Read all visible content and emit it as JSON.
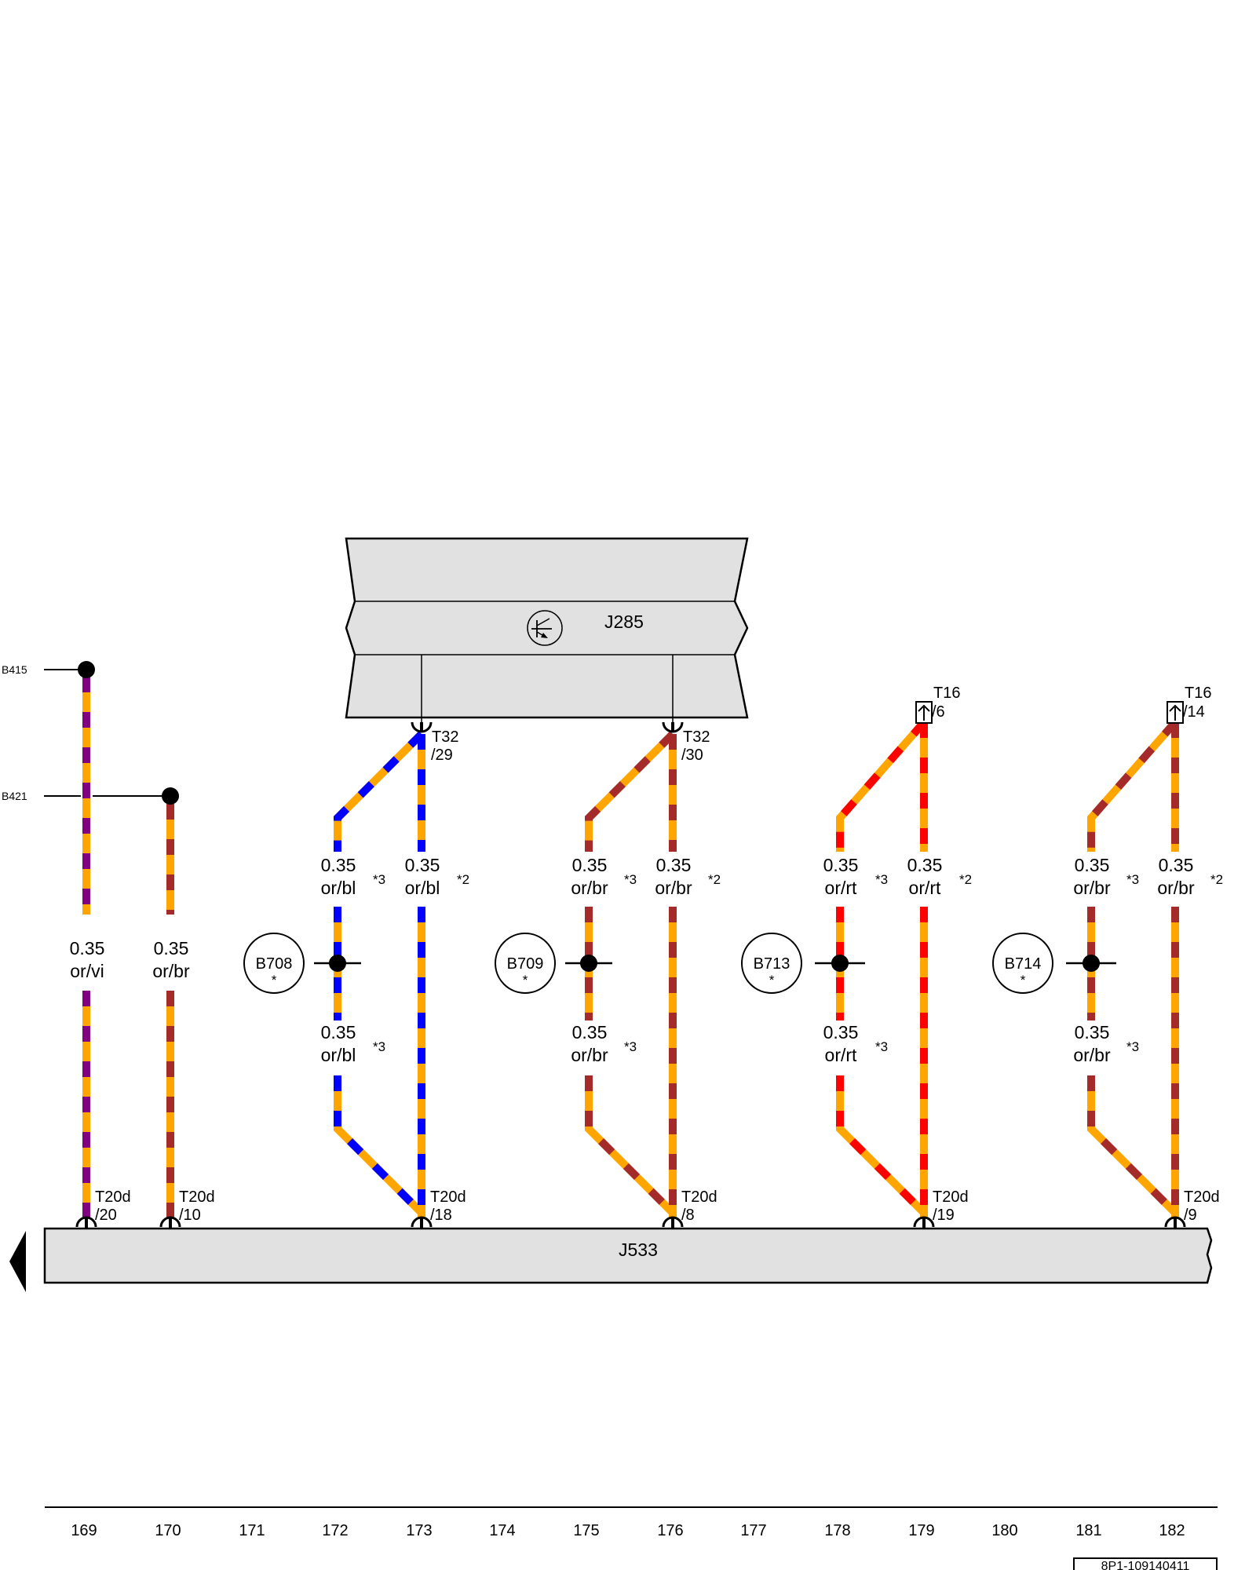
{
  "components": {
    "j285": "J285",
    "j533": "J533"
  },
  "buses": [
    {
      "id": "b415",
      "label": "B415"
    },
    {
      "id": "b421",
      "label": "B421"
    }
  ],
  "splices": [
    {
      "id": "b708",
      "label": "B708",
      "star": "*"
    },
    {
      "id": "b709",
      "label": "B709",
      "star": "*"
    },
    {
      "id": "b713",
      "label": "B713",
      "star": "*"
    },
    {
      "id": "b714",
      "label": "B714",
      "star": "*"
    }
  ],
  "connectors": {
    "t32_29": {
      "name": "T32",
      "pin": "/29"
    },
    "t32_30": {
      "name": "T32",
      "pin": "/30"
    },
    "t16_6": {
      "name": "T16",
      "pin": "/6"
    },
    "t16_14": {
      "name": "T16",
      "pin": "/14"
    },
    "t20d_20": {
      "name": "T20d",
      "pin": "/20"
    },
    "t20d_10": {
      "name": "T20d",
      "pin": "/10"
    },
    "t20d_18": {
      "name": "T20d",
      "pin": "/18"
    },
    "t20d_8": {
      "name": "T20d",
      "pin": "/8"
    },
    "t20d_19": {
      "name": "T20d",
      "pin": "/19"
    },
    "t20d_9": {
      "name": "T20d",
      "pin": "/9"
    }
  },
  "wires": {
    "w169": {
      "size": "0.35",
      "color": "or/vi"
    },
    "w170": {
      "size": "0.35",
      "color": "or/br"
    },
    "w172_top": {
      "size": "0.35",
      "color": "or/bl",
      "note": "*3"
    },
    "w173": {
      "size": "0.35",
      "color": "or/bl",
      "note": "*2"
    },
    "w172_bot": {
      "size": "0.35",
      "color": "or/bl",
      "note": "*3"
    },
    "w175_top": {
      "size": "0.35",
      "color": "or/br",
      "note": "*3"
    },
    "w176": {
      "size": "0.35",
      "color": "or/br",
      "note": "*2"
    },
    "w175_bot": {
      "size": "0.35",
      "color": "or/br",
      "note": "*3"
    },
    "w178_top": {
      "size": "0.35",
      "color": "or/rt",
      "note": "*3"
    },
    "w179": {
      "size": "0.35",
      "color": "or/rt",
      "note": "*2"
    },
    "w178_bot": {
      "size": "0.35",
      "color": "or/rt",
      "note": "*3"
    },
    "w181_top": {
      "size": "0.35",
      "color": "or/br",
      "note": "*3"
    },
    "w182": {
      "size": "0.35",
      "color": "or/br",
      "note": "*2"
    },
    "w181_bot": {
      "size": "0.35",
      "color": "or/br",
      "note": "*3"
    }
  },
  "wire_colors": {
    "or": "#ffa500",
    "vi": "#800080",
    "br": "#a52a2a",
    "bl": "#0000ff",
    "rt": "#ff0000"
  },
  "scale": [
    "169",
    "170",
    "171",
    "172",
    "173",
    "174",
    "175",
    "176",
    "177",
    "178",
    "179",
    "180",
    "181",
    "182"
  ],
  "footer_code": "8P1-109140411"
}
